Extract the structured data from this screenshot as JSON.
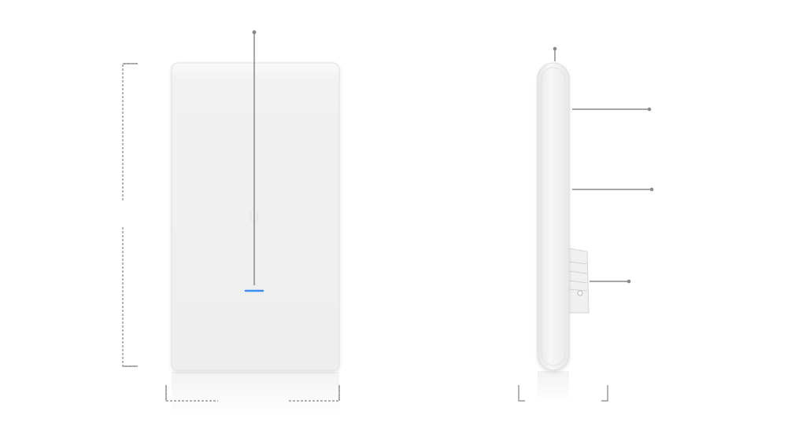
{
  "diagram": {
    "views": [
      {
        "id": "front-view",
        "callouts": 1,
        "led_color": "#3b8cf5"
      },
      {
        "id": "side-view",
        "callouts": 4
      }
    ],
    "colors": {
      "device_body": "#f3f3f3",
      "device_edge": "#dcdcdc",
      "callout_line": "#8a8a8a",
      "dimension_line": "#9a9a9a",
      "led": "#3b8cf5"
    },
    "icons": [
      "ubiquiti-logo-icon",
      "status-led-icon",
      "mount-hole-icon"
    ]
  }
}
